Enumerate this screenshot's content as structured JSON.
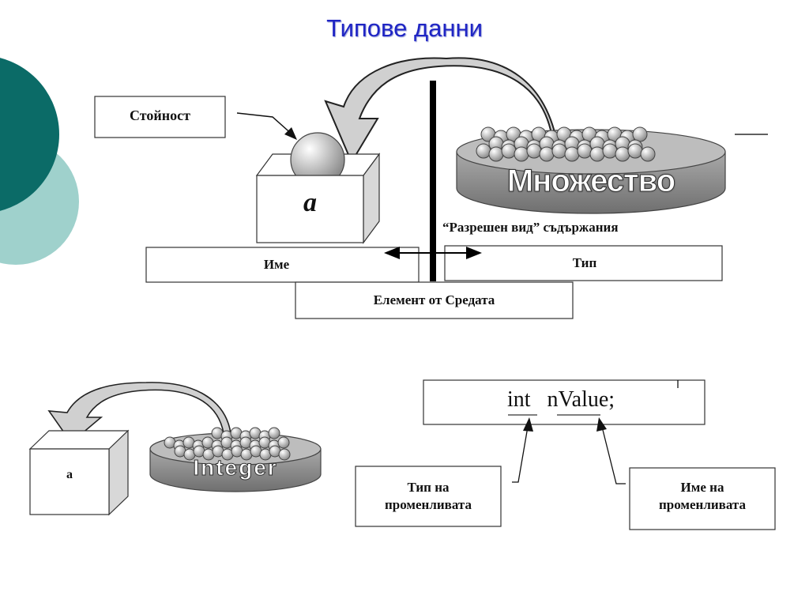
{
  "slide": {
    "title": "Типове данни"
  },
  "top_diagram": {
    "value_label": "Стойност",
    "box_label": "a",
    "set_label": "Множество",
    "allowed_label": "“Разрешен вид” съдържания",
    "name_label": "Име",
    "type_label": "Тип",
    "env_label": "Елемент от Средата"
  },
  "bottom_diagram": {
    "box_label": "a",
    "set_label": "Integer",
    "code": "int   nValue;",
    "var_type_label": "Тип на\nпроменливата",
    "var_name_label": "Име на\nпроменливата"
  },
  "colors": {
    "title": "#1f25c4",
    "circle_dark": "#0b6b67",
    "circle_light": "#9fd1cc",
    "dish": "#8a8a8a"
  }
}
